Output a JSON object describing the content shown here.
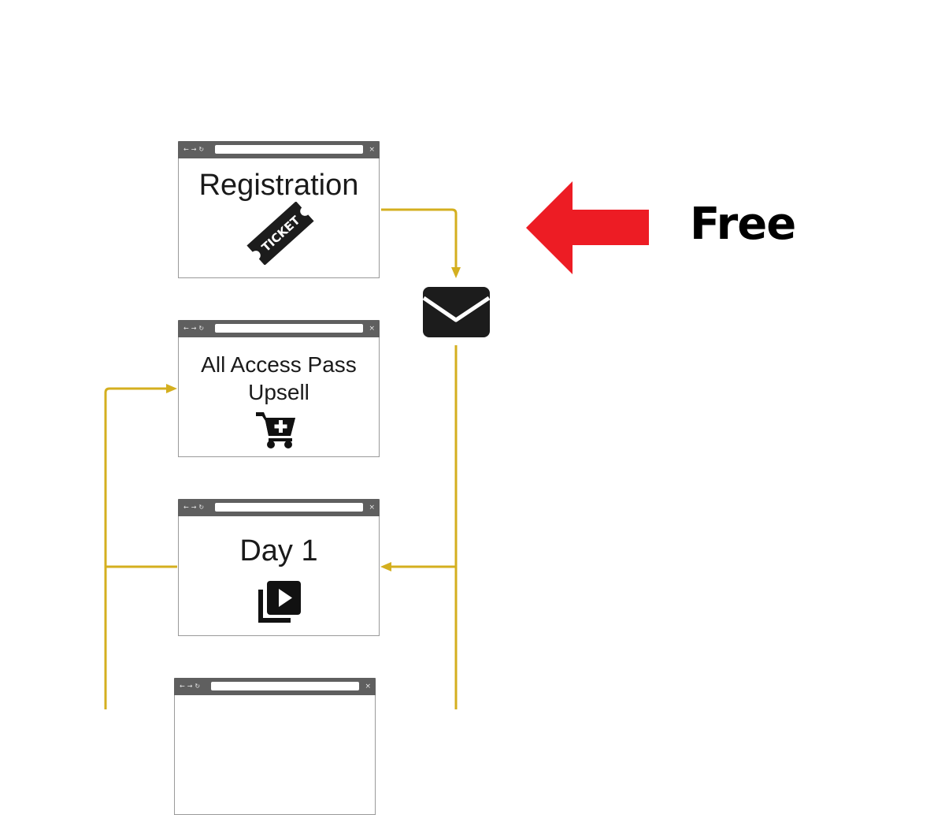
{
  "diagram": {
    "connector_color": "#d4af1f",
    "arrow_color": "#ed1c24",
    "browser_chrome": {
      "back": "←",
      "forward": "→",
      "reload": "↻",
      "close": "×"
    },
    "windows": [
      {
        "id": "registration",
        "title": "Registration",
        "icon": "ticket-icon",
        "icon_text": "TICKET"
      },
      {
        "id": "upsell",
        "title_line1": "All Access Pass",
        "title_line2": "Upsell",
        "icon": "cart-plus-icon"
      },
      {
        "id": "day1",
        "title": "Day 1",
        "icon": "video-library-icon"
      },
      {
        "id": "next",
        "title": "",
        "icon": ""
      }
    ],
    "email_node": {
      "icon": "envelope-icon"
    },
    "annotation": {
      "label": "Free",
      "icon": "left-arrow-icon"
    }
  }
}
